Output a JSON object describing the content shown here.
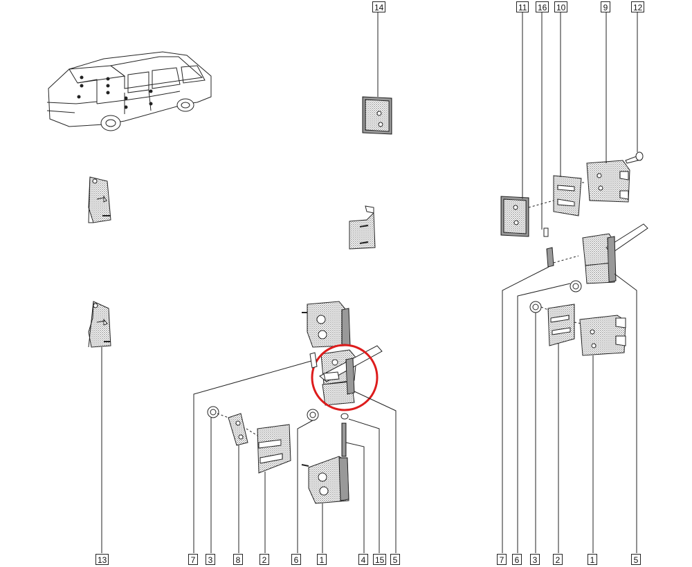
{
  "callouts": {
    "top": [
      "14",
      "11",
      "16",
      "10",
      "9",
      "12"
    ],
    "bottom_left": [
      "13"
    ],
    "bottom_center": [
      "7",
      "3",
      "8",
      "2",
      "6",
      "1",
      "4",
      "15",
      "5"
    ],
    "bottom_right": [
      "7",
      "6",
      "3",
      "2",
      "1",
      "5"
    ]
  },
  "highlight": {
    "color": "#dd1c1c"
  },
  "colors": {
    "line": "#222222",
    "shade": "#9a9a9a",
    "part_fill": "#ffffff"
  }
}
